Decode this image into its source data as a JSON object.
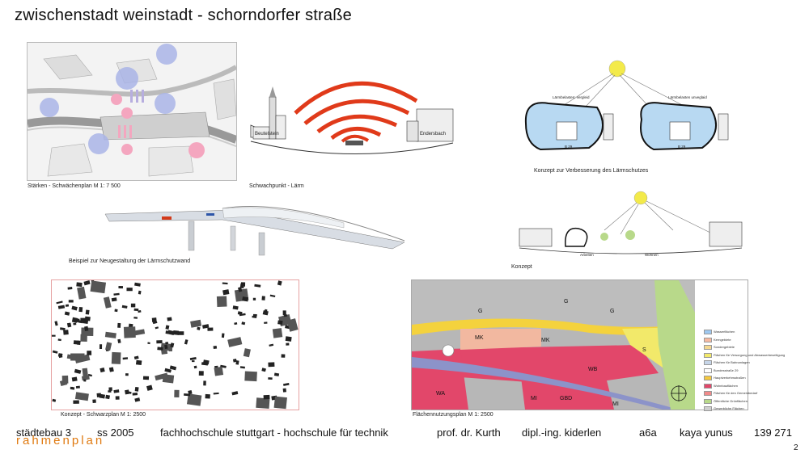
{
  "header": {
    "title": "zwischenstadt weinstadt - schorndorfer straße"
  },
  "captions": {
    "staerken": "Stärken - Schwächenplan    M 1:  7 500",
    "schwachpunkt": "Schwachpunkt - Lärm",
    "konzept_laerm": "Konzept zur Verbesserung des Lärmschutzes",
    "beispiel": "Beispiel zur Neugestaltung der Lärmschutzwand",
    "konzept": "Konzept",
    "schwarzplan": "Konzept - Schwarzplan   M 1: 2500",
    "flaechen": "Flächennutzungsplan  M 1: 2500"
  },
  "noise_labels": {
    "left": "Beutelstein",
    "right": "Endersbach"
  },
  "section_labels": {
    "left_top": "Lärmbelasten: vergleid",
    "right_top": "Lärmbelasten unveglaid",
    "left_b": "B 29",
    "right_b": "B 29"
  },
  "konzept_labels": {
    "left": "Arbeiten",
    "right": "Wohnen"
  },
  "zones": {
    "g1": "G",
    "g2": "G",
    "g3": "G",
    "mk1": "MK",
    "mk2": "MK",
    "s": "S",
    "wb": "WB",
    "wa": "WA",
    "mi1": "MI",
    "gbd": "GBD",
    "mi2": "MI"
  },
  "legend": [
    {
      "label": "Wasserflächen",
      "color": "#9ec8f0"
    },
    {
      "label": "Kerngebiete",
      "color": "#f7b9a0"
    },
    {
      "label": "Sondergebiete",
      "color": "#f4d890"
    },
    {
      "label": "Flächen für Versorgung und Abwasserbeseitigung",
      "color": "#f2e96a"
    },
    {
      "label": "Flächen für Bahnanlagen",
      "color": "#c6d5e8"
    },
    {
      "label": "Bundesstraße 29",
      "color": "#ffffff"
    },
    {
      "label": "Hauptverkehrsstraßen",
      "color": "#f4c840"
    },
    {
      "label": "Wohnbauflächen",
      "color": "#e2476a"
    },
    {
      "label": "Flächen für den Gemeinbedarf",
      "color": "#f08a8a"
    },
    {
      "label": "Öffentliche Grünflächen",
      "color": "#b8d98a"
    },
    {
      "label": "Gewerbliche Flächen",
      "color": "#cfcfcf"
    }
  ],
  "footer": {
    "course": "städtebau 3",
    "term": "ss 2005",
    "school": "fachhochschule stuttgart -  hochschule für technik",
    "prof": "prof. dr. Kurth",
    "ing": "dipl.-ing. kiderlen",
    "group": "a6a",
    "student": "kaya yunus",
    "number": "139 271",
    "brand": "rahmenplan",
    "page": "2"
  }
}
